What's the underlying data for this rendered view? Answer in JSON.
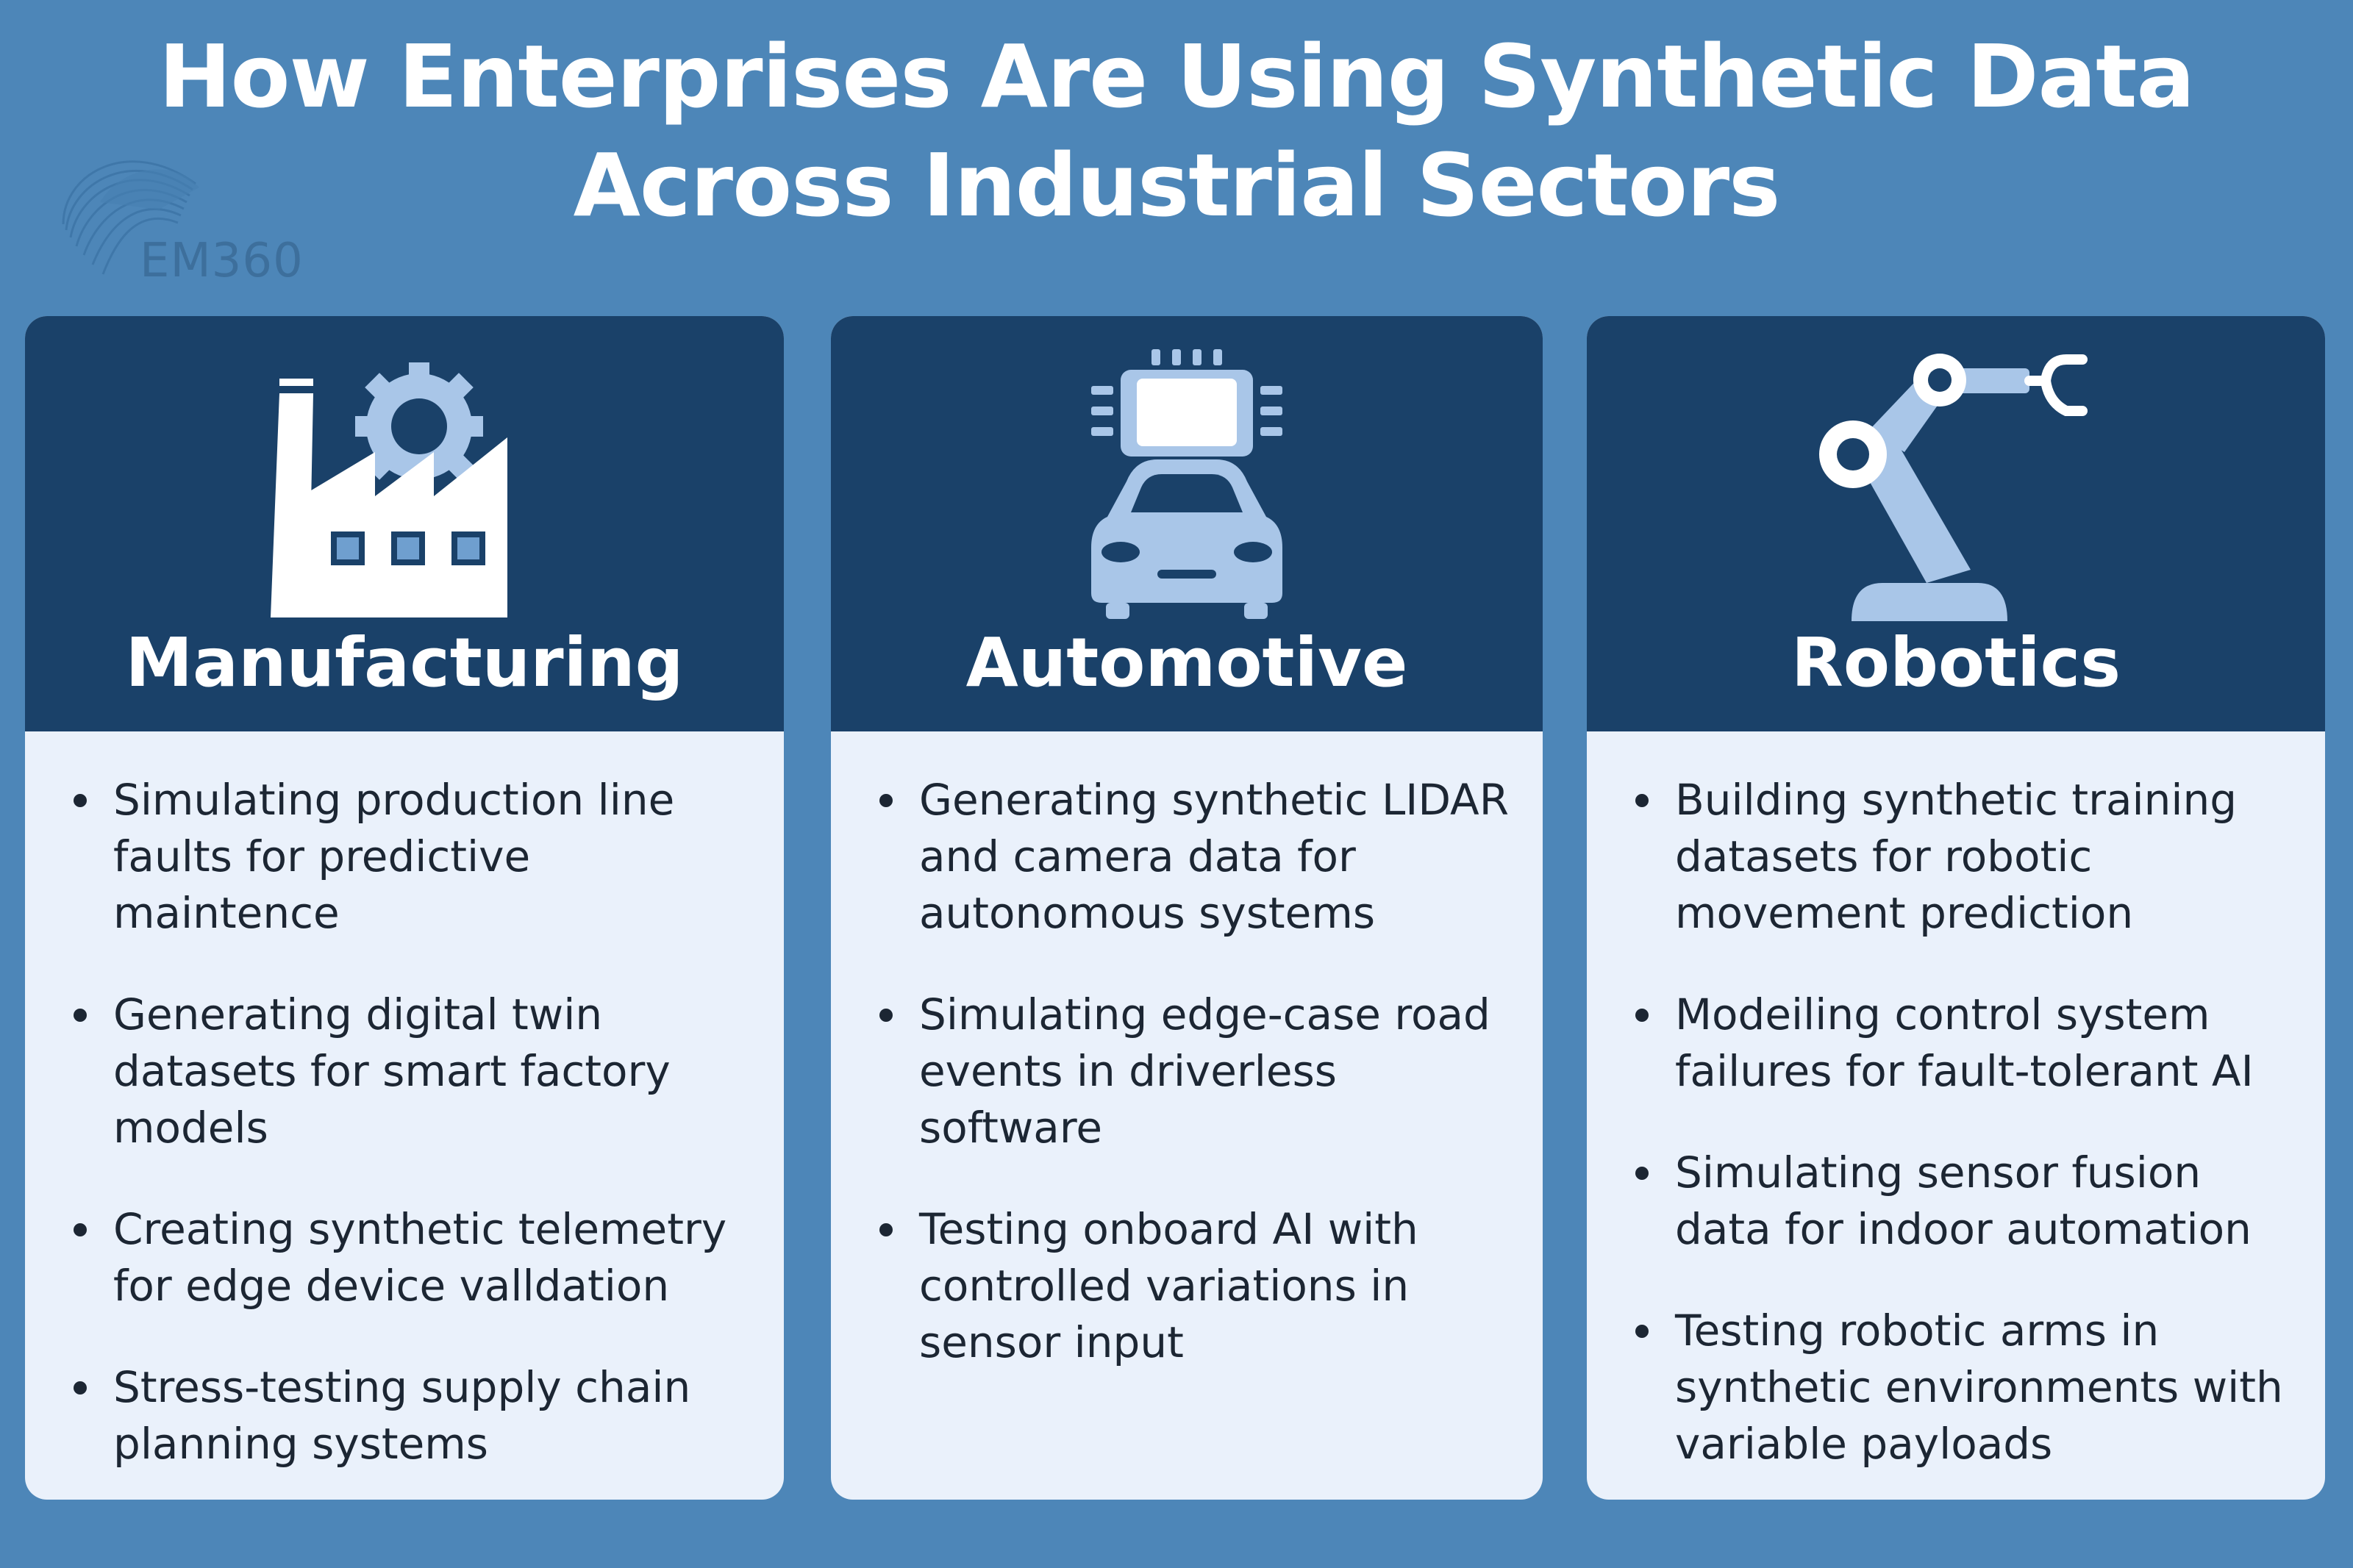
{
  "title": {
    "line1": "How Enterprises Are Using Synthetic Data",
    "line2": "Across Industrial Sectors"
  },
  "logo": {
    "text": "EM360",
    "icon": "em360-logo-icon"
  },
  "colors": {
    "background": "#4d86b8",
    "card_header": "#1a4169",
    "card_body": "#eaf1fb",
    "icon_fill": "#a9c6e8",
    "text": "#1c2633"
  },
  "cards": [
    {
      "title": "Manufacturing",
      "icon": "factory-gear-icon",
      "items": [
        "Simulating production line faults for predictive maintence",
        "Generating digital twin datasets for smart factory models",
        "Creating synthetic telemetry for edge device valldation",
        "Stress-testing supply chain planning systems"
      ]
    },
    {
      "title": "Automotive",
      "icon": "car-chip-icon",
      "items": [
        "Generating synthetic LIDAR and camera data for autonomous systems",
        "Simulating edge-case road events in driverless software",
        "Testing onboard AI with controlled variations in sensor input"
      ]
    },
    {
      "title": "Robotics",
      "icon": "robotic-arm-icon",
      "items": [
        "Building synthetic training datasets for robotic movement prediction",
        "Modeiling control system failures for fault-tolerant AI",
        "Simulating sensor fusion data for indoor automation",
        "Testing robotic arms in synthetic environments with variable payloads"
      ]
    }
  ]
}
